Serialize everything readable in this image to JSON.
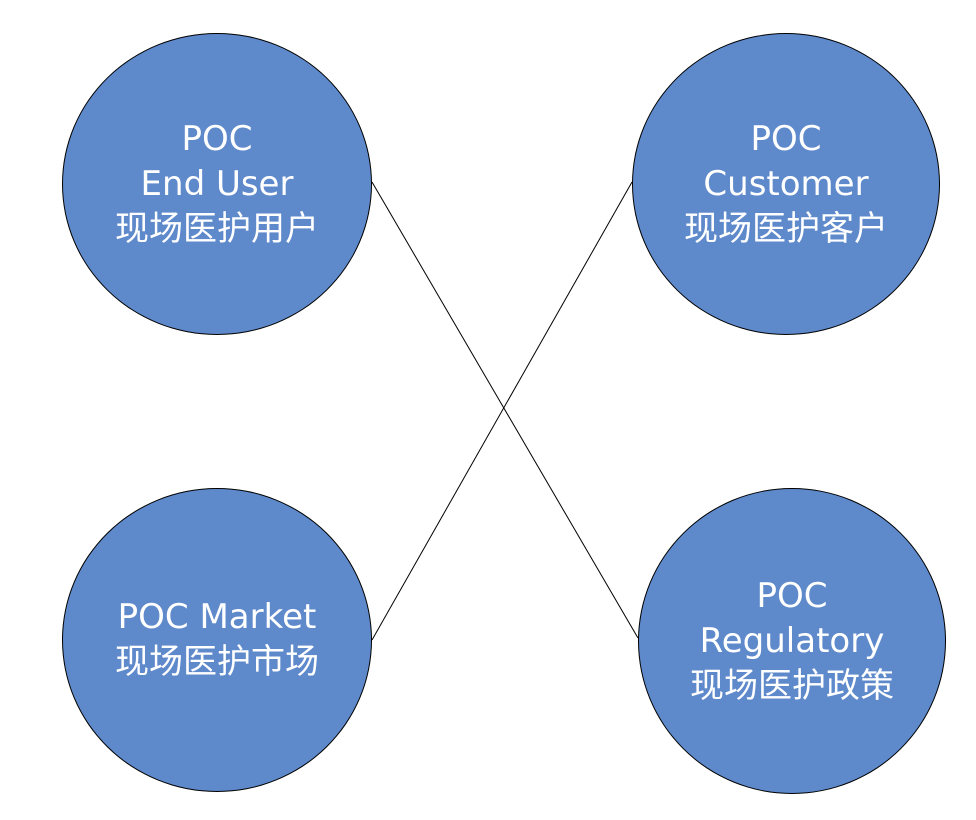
{
  "diagram": {
    "colors": {
      "node_fill": "#5e89cb",
      "node_border": "#000000",
      "node_text": "#ffffff",
      "connector": "#000000",
      "background": "#ffffff"
    },
    "nodes": [
      {
        "id": "end-user",
        "lines": [
          "POC",
          "End User",
          "现场医护用户"
        ]
      },
      {
        "id": "customer",
        "lines": [
          "POC",
          "Customer",
          "现场医护客户"
        ]
      },
      {
        "id": "market",
        "lines": [
          "POC Market",
          "现场医护市场"
        ]
      },
      {
        "id": "regulatory",
        "lines": [
          "POC",
          "Regulatory",
          "现场医护政策"
        ]
      }
    ],
    "connections": [
      {
        "from": "end-user",
        "to": "regulatory"
      },
      {
        "from": "market",
        "to": "customer"
      }
    ]
  }
}
